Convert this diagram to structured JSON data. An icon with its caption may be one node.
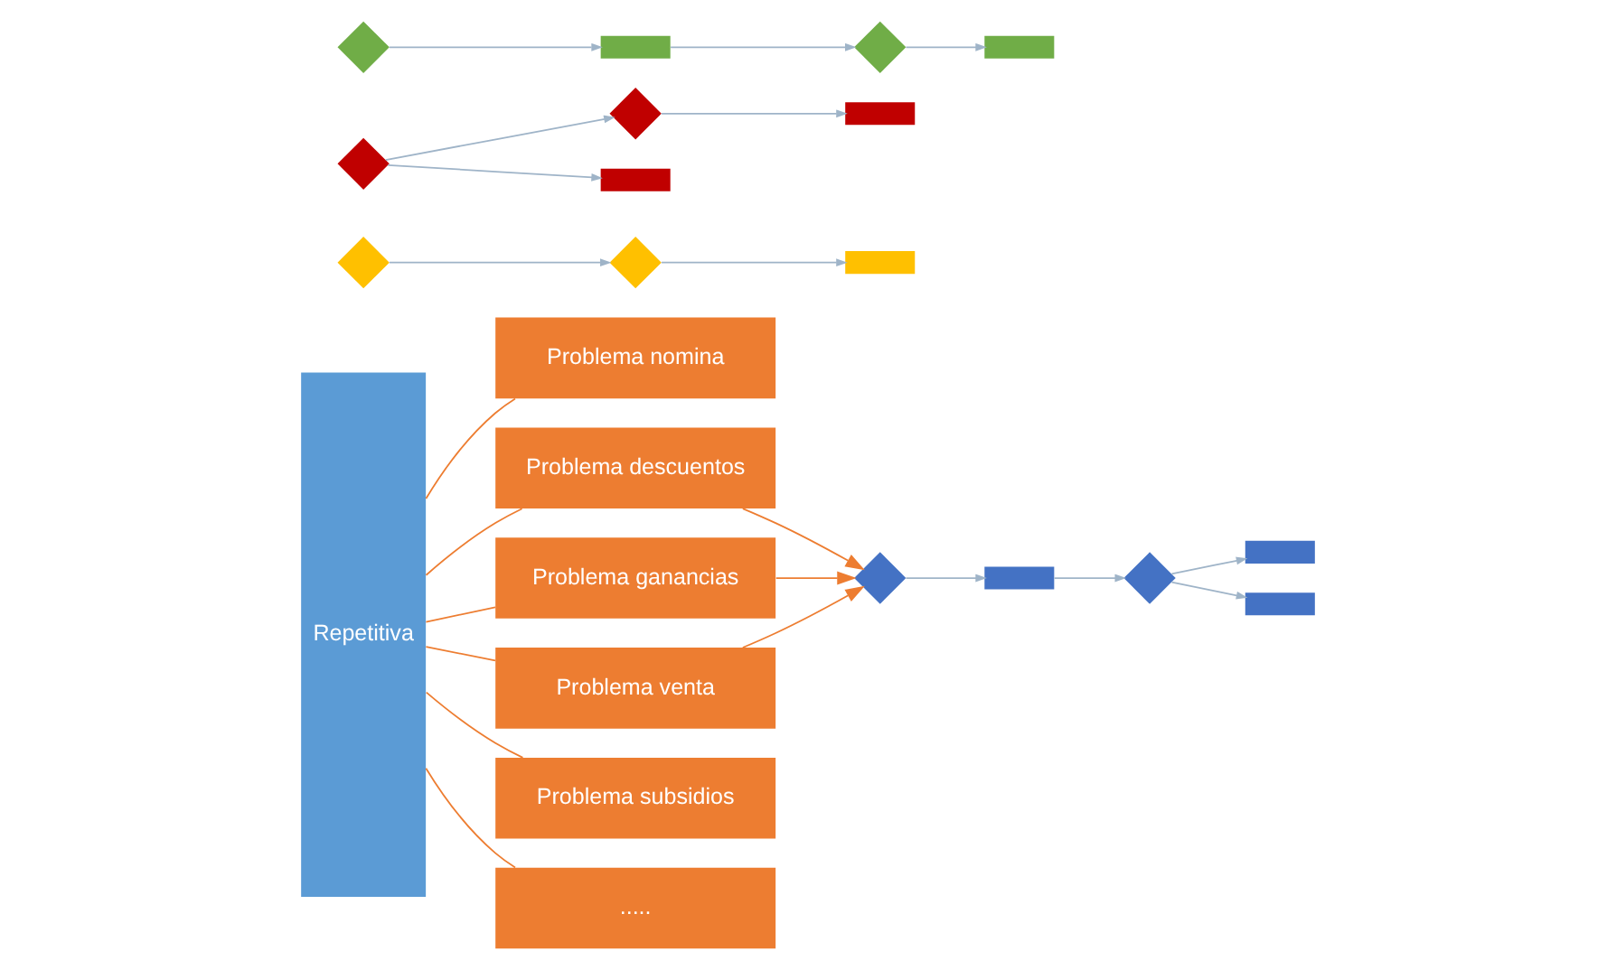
{
  "diagram": {
    "nodes": [
      {
        "text": [
          "Repetitiva"
        ]
      },
      {
        "text": [
          "Problema nomina"
        ]
      },
      {
        "text": [
          "Problema descuentos"
        ]
      },
      {
        "text": [
          "Problema ganancias"
        ]
      },
      {
        "text": [
          "Problema venta"
        ]
      },
      {
        "text": [
          "Problema subsidios"
        ]
      },
      {
        "text": [
          "....."
        ]
      },
      {
        "text": [],
        "shape": "diamond"
      },
      {
        "text": [],
        "shape": "diamond"
      },
      {
        "text": [],
        "shape": "bar"
      },
      {
        "text": [],
        "shape": "diamond"
      },
      {
        "text": [],
        "shape": "diamond"
      },
      {
        "text": [],
        "shape": "bar"
      },
      {
        "text": [],
        "shape": "bar"
      },
      {
        "text": [],
        "shape": "diamond"
      },
      {
        "text": [],
        "shape": "bar"
      },
      {
        "text": [],
        "shape": "diamond"
      },
      {
        "text": [],
        "shape": "bar"
      },
      {
        "text": [],
        "shape": "diamond"
      },
      {
        "text": [],
        "shape": "bar"
      },
      {
        "text": [],
        "shape": "diamond"
      },
      {
        "text": [],
        "shape": "bar"
      },
      {
        "text": [],
        "shape": "bar"
      }
    ],
    "edges": [
      {
        "from": 0,
        "to": 1,
        "arrow": "none",
        "color": "#ed7d31"
      },
      {
        "from": 0,
        "to": 2,
        "arrow": "none",
        "color": "#ed7d31"
      },
      {
        "from": 0,
        "to": 3,
        "arrow": "none",
        "color": "#ed7d31"
      },
      {
        "from": 0,
        "to": 4,
        "arrow": "none",
        "color": "#ed7d31"
      },
      {
        "from": 0,
        "to": 5,
        "arrow": "none",
        "color": "#ed7d31"
      },
      {
        "from": 0,
        "to": 6,
        "arrow": "none",
        "color": "#ed7d31"
      },
      {
        "from": 2,
        "to": 18,
        "arrow": "to",
        "color": "#ed7d31"
      },
      {
        "from": 3,
        "to": 18,
        "arrow": "to",
        "color": "#ed7d31"
      },
      {
        "from": 4,
        "to": 18,
        "arrow": "to",
        "color": "#ed7d31"
      },
      {
        "from": 7,
        "to": 8,
        "arrow": "to"
      },
      {
        "from": 8,
        "to": 9,
        "arrow": "to"
      },
      {
        "from": 10,
        "to": 11,
        "arrow": "to"
      },
      {
        "from": 10,
        "to": 12,
        "arrow": "to"
      },
      {
        "from": 11,
        "to": 13,
        "arrow": "to"
      },
      {
        "from": 14,
        "to": 15,
        "arrow": "to"
      },
      {
        "from": 15,
        "to": 16,
        "arrow": "to"
      },
      {
        "from": 16,
        "to": 17,
        "arrow": "to"
      },
      {
        "from": 18,
        "to": 19,
        "arrow": "to"
      },
      {
        "from": 19,
        "to": 20,
        "arrow": "to"
      },
      {
        "from": 20,
        "to": 21,
        "arrow": "to"
      },
      {
        "from": 20,
        "to": 22,
        "arrow": "to"
      }
    ]
  }
}
